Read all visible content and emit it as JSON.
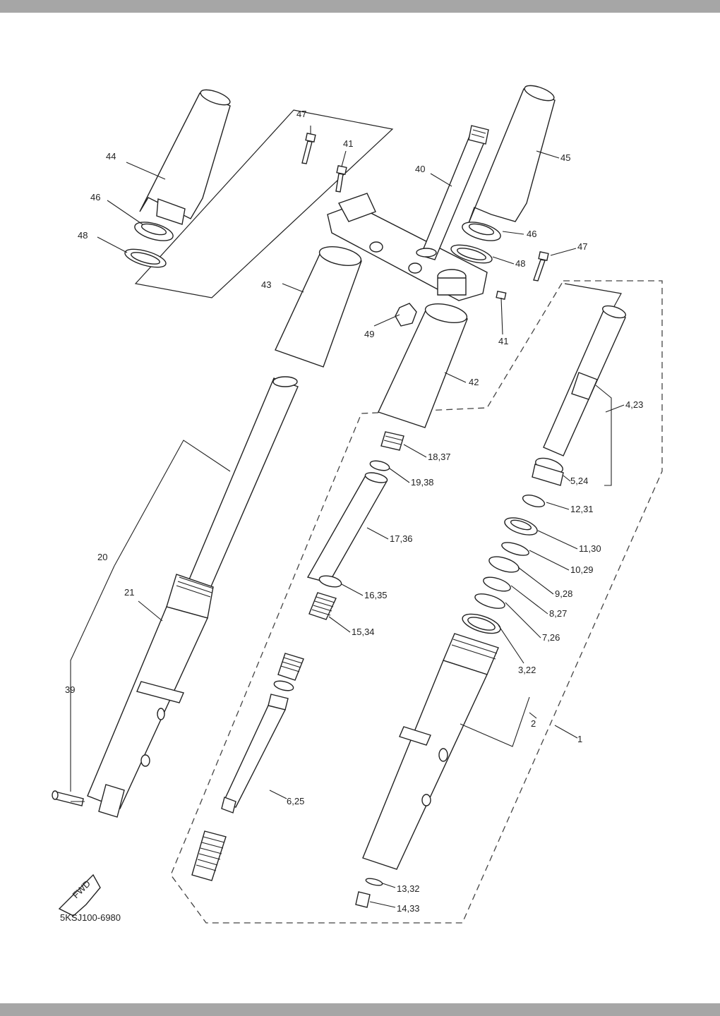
{
  "diagram_code": "5KSJ100-6980",
  "front_mark": "FWD",
  "labels": {
    "l1": "1",
    "l2": "2",
    "l3_22": "3,22",
    "l4_23": "4,23",
    "l5_24": "5,24",
    "l6_25": "6,25",
    "l7_26": "7,26",
    "l8_27": "8,27",
    "l9_28": "9,28",
    "l10_29": "10,29",
    "l11_30": "11,30",
    "l12_31": "12,31",
    "l13_32": "13,32",
    "l14_33": "14,33",
    "l15_34": "15,34",
    "l16_35": "16,35",
    "l17_36": "17,36",
    "l18_37": "18,37",
    "l19_38": "19,38",
    "l20": "20",
    "l21": "21",
    "l39": "39",
    "l40": "40",
    "l41a": "41",
    "l41b": "41",
    "l42": "42",
    "l43": "43",
    "l44": "44",
    "l45": "45",
    "l46a": "46",
    "l46b": "46",
    "l47a": "47",
    "l47b": "47",
    "l48a": "48",
    "l48b": "48",
    "l49": "49"
  }
}
